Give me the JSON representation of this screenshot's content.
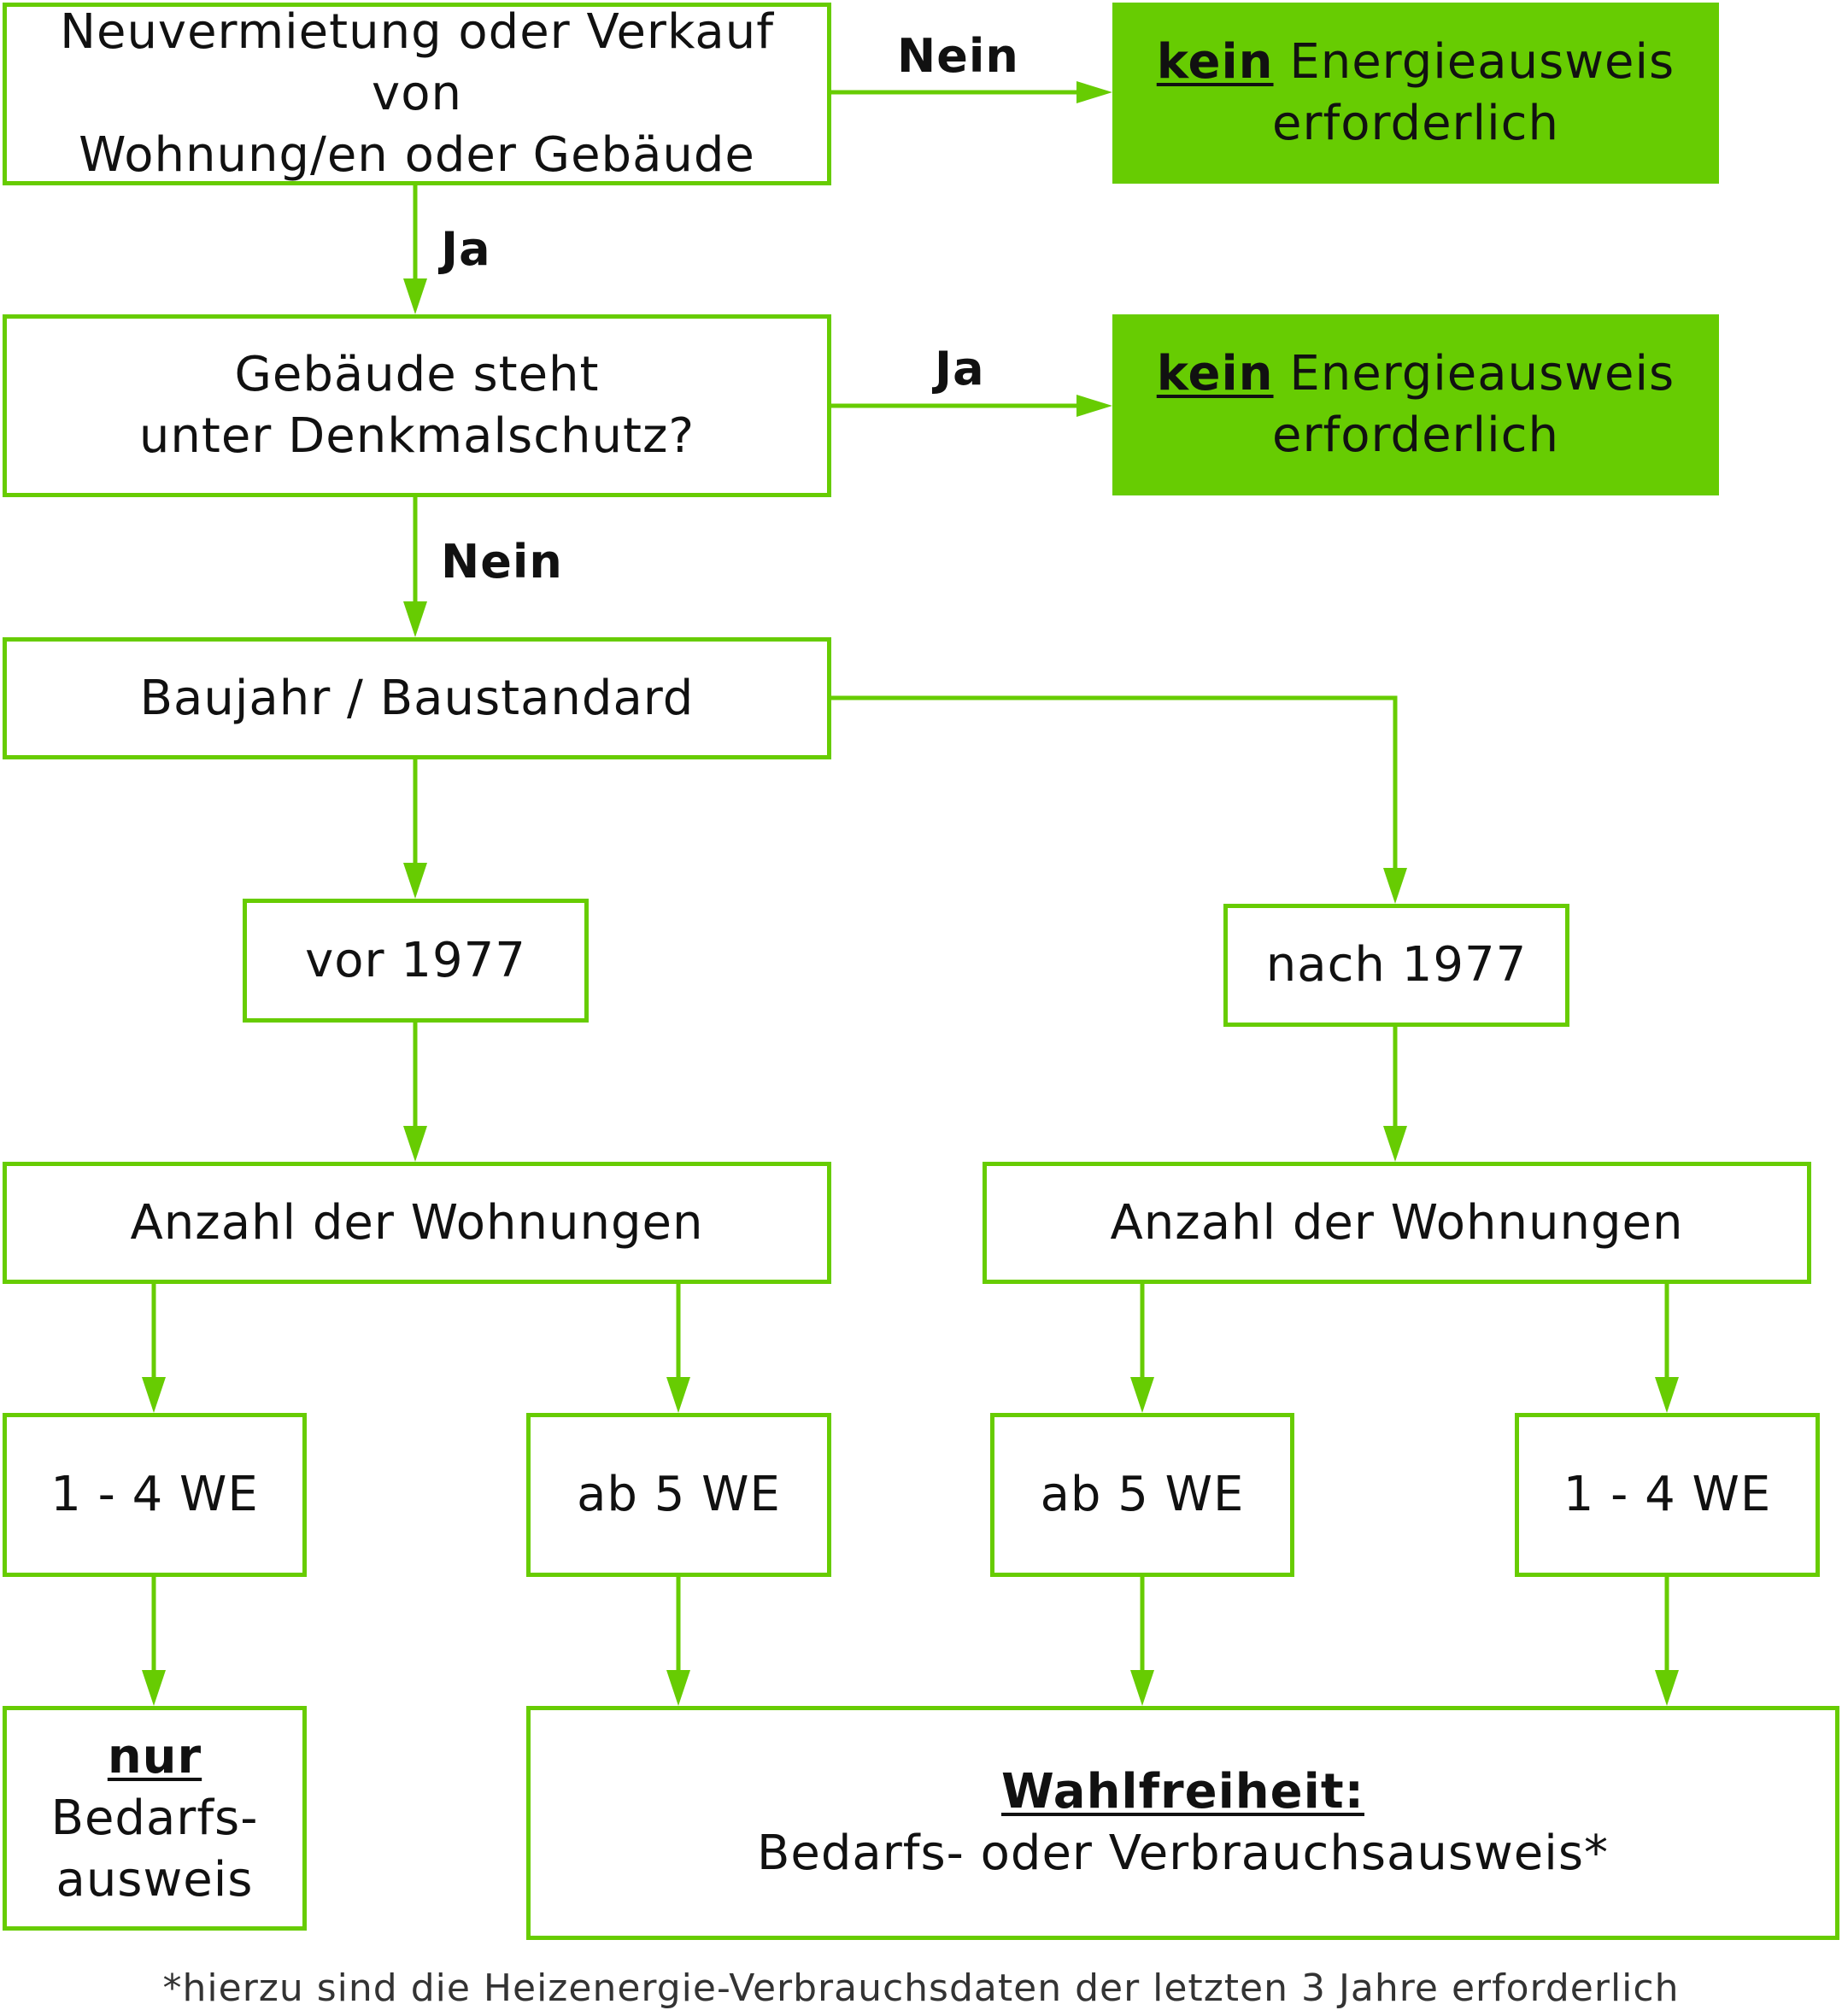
{
  "colors": {
    "accent": "#67cc02",
    "text": "#111111"
  },
  "nodes": {
    "start": {
      "line1": "Neuvermietung oder Verkauf von",
      "line2": "Wohnung/en oder Gebäude"
    },
    "result_top": {
      "keyword": "kein",
      "rest": " Energieausweis",
      "line2": "erforderlich"
    },
    "denkmal": {
      "line1": "Gebäude steht",
      "line2": "unter Denkmalschutz?"
    },
    "result_denkmal": {
      "keyword": "kein",
      "rest": " Energieausweis",
      "line2": "erforderlich"
    },
    "baujahr": {
      "label": "Baujahr / Baustandard"
    },
    "vor1977": {
      "label": "vor 1977"
    },
    "nach1977": {
      "label": "nach 1977"
    },
    "anzahl_left": {
      "label": "Anzahl der Wohnungen"
    },
    "anzahl_right": {
      "label": "Anzahl der Wohnungen"
    },
    "we_1_4_left": {
      "label": "1 - 4 WE"
    },
    "we_ab5_left": {
      "label": "ab 5 WE"
    },
    "we_ab5_right": {
      "label": "ab 5 WE"
    },
    "we_1_4_right": {
      "label": "1 - 4 WE"
    },
    "nur_bedarf": {
      "keyword": "nur",
      "line2": "Bedarfs-",
      "line3": "ausweis"
    },
    "wahlfreiheit": {
      "keyword": "Wahlfreiheit:",
      "line2": "Bedarfs- oder Verbrauchsausweis*"
    }
  },
  "edge_labels": {
    "start_no": "Nein",
    "start_yes": "Ja",
    "denkmal_yes": "Ja",
    "denkmal_no": "Nein"
  },
  "footnote": "*hierzu sind die Heizenergie-Verbrauchsdaten der letzten 3 Jahre erforderlich"
}
